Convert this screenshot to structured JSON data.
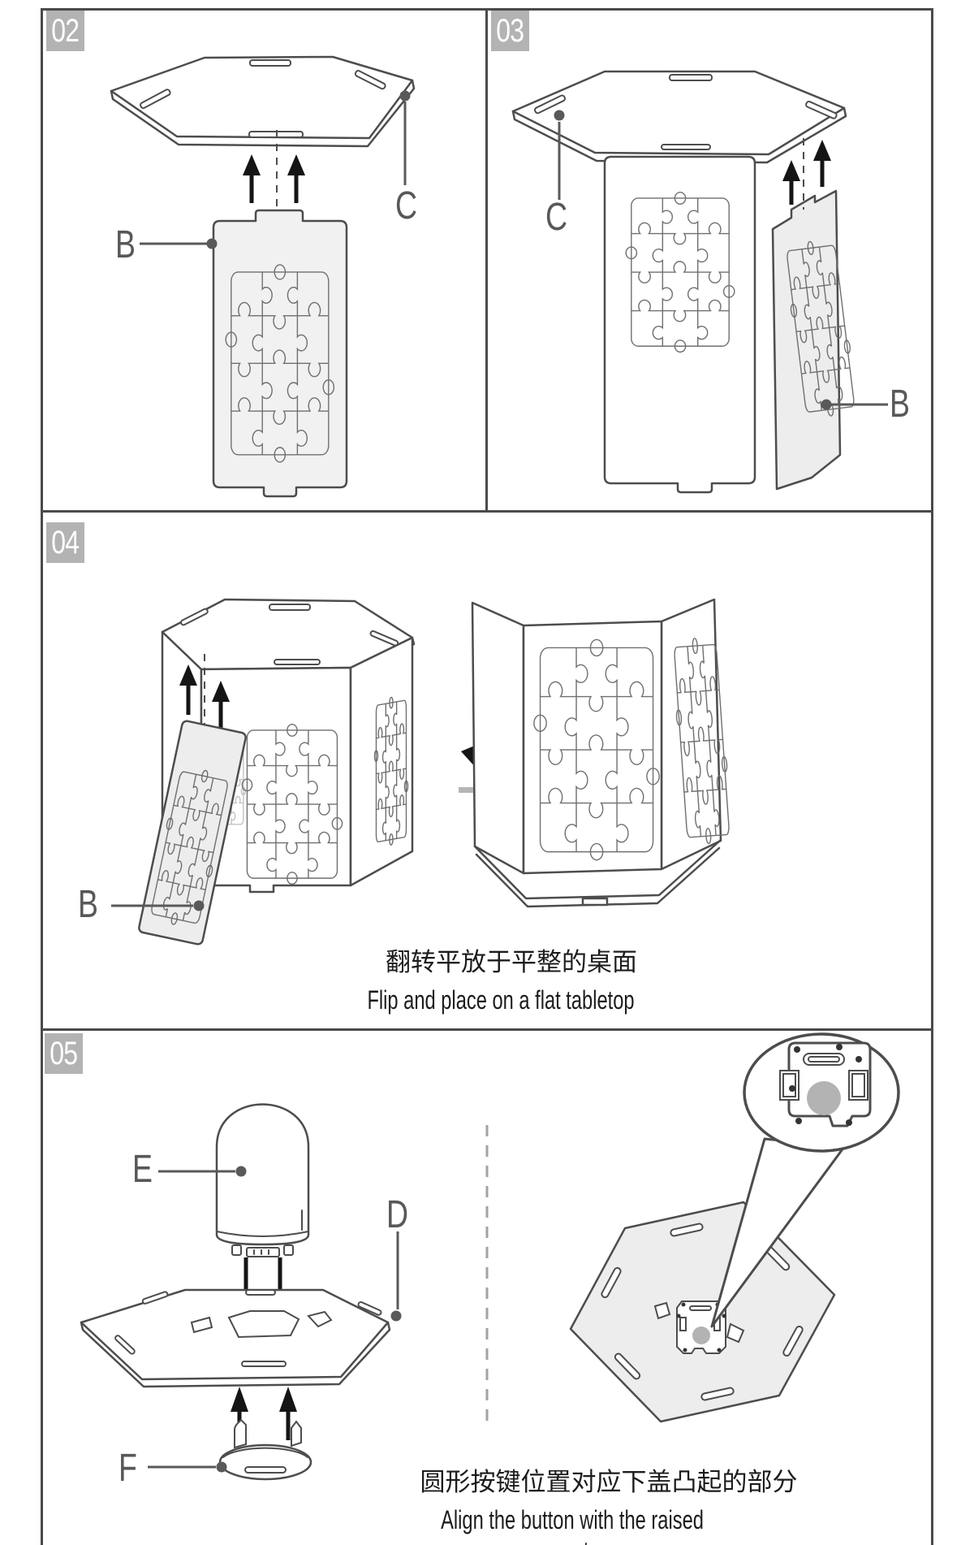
{
  "steps": {
    "s02": {
      "number": "02",
      "labels": {
        "b": "B",
        "c": "C"
      }
    },
    "s03": {
      "number": "03",
      "labels": {
        "c": "C",
        "b": "B"
      }
    },
    "s04": {
      "number": "04",
      "labels": {
        "b": "B"
      },
      "caption_zh": "翻转平放于平整的桌面",
      "caption_en": "Flip and place on a flat tabletop"
    },
    "s05": {
      "number": "05",
      "labels": {
        "e": "E",
        "d": "D",
        "f": "F"
      },
      "caption_zh": "圆形按键位置对应下盖凸起的部分",
      "caption_en": "Align the  button with the raised part"
    }
  },
  "colors": {
    "badge_bg": "#b3b3b3",
    "badge_text": "#ffffff",
    "line_art": "#4d4d4d",
    "label_gray": "#58595b",
    "panel_fill": "#ededee",
    "arrow_black": "#151515",
    "arrow_gray": "#b5b5b5",
    "text": "#1c1c1c",
    "button_gray": "#b3b3b3"
  }
}
